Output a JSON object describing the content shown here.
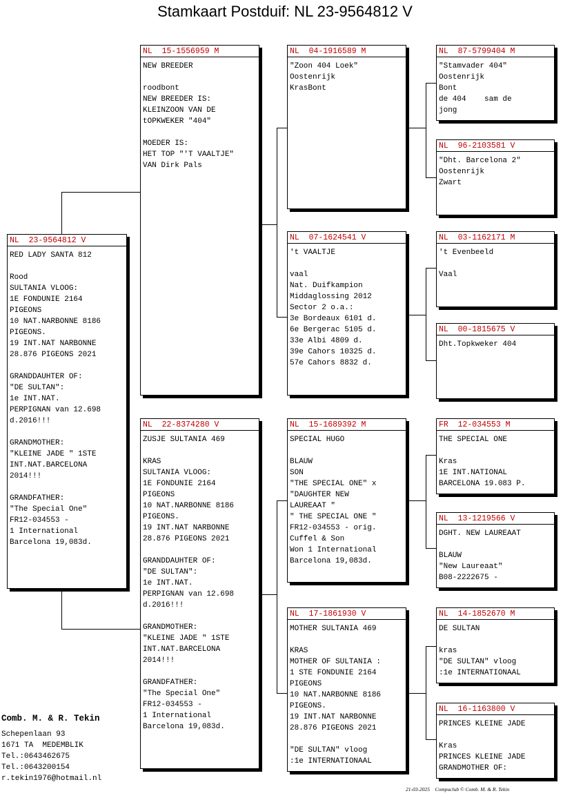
{
  "title": "Stamkaart Postduif: NL  23-9564812 V",
  "cards": [
    {
      "id": "subject",
      "ring": "NL  23-9564812 V",
      "lines": [
        "RED LADY SANTA 812",
        "",
        "Rood",
        "SULTANIA VLOOG:",
        "1E FONDUNIE 2164",
        "PIGEONS",
        "10 NAT.NARBONNE 8186",
        "PIGEONS.",
        "19 INT.NAT NARBONNE",
        "28.876 PIGEONS 2021",
        "",
        "GRANDDAUHTER OF:",
        "\"DE SULTAN\":",
        "1e INT.NAT.",
        "PERPIGNAN van 12.698",
        "d.2016!!!",
        "",
        "GRANDMOTHER:",
        "\"KLEINE JADE \" 1STE",
        "INT.NAT.BARCELONA",
        "2014!!!",
        "",
        "GRANDFATHER:",
        "\"The Special One\"",
        "FR12-034553 -",
        "1 International",
        "Barcelona 19,083d."
      ]
    },
    {
      "id": "sire",
      "ring": "NL  15-1556959 M",
      "lines": [
        "NEW BREEDER",
        "",
        "roodbont",
        "NEW BREEDER IS:",
        "KLEINZOON VAN DE",
        "tOPKWEKER \"404\"",
        "",
        "MOEDER IS:",
        "HET TOP \"'T VAALTJE\"",
        "VAN Dirk Pals"
      ]
    },
    {
      "id": "dam",
      "ring": "NL  22-8374280 V",
      "lines": [
        "ZUSJE SULTANIA 469",
        "",
        "KRAS",
        "SULTANIA VLOOG:",
        "1E FONDUNIE 2164",
        "PIGEONS",
        "10 NAT.NARBONNE 8186",
        "PIGEONS.",
        "19 INT.NAT NARBONNE",
        "28.876 PIGEONS 2021",
        "",
        "GRANDDAUHTER OF:",
        "\"DE SULTAN\":",
        "1e INT.NAT.",
        "PERPIGNAN van 12.698",
        "d.2016!!!",
        "",
        "GRANDMOTHER:",
        "\"KLEINE JADE \" 1STE",
        "INT.NAT.BARCELONA",
        "2014!!!",
        "",
        "GRANDFATHER:",
        "\"The Special One\"",
        "FR12-034553 -",
        "1 International",
        "Barcelona 19,083d."
      ]
    },
    {
      "id": "ss",
      "ring": "NL  04-1916589 M",
      "lines": [
        "\"Zoon 404 Loek\"",
        "Oostenrijk",
        "KrasBont"
      ]
    },
    {
      "id": "sd",
      "ring": "NL  07-1624541 V",
      "lines": [
        "'t VAALTJE",
        "",
        "vaal",
        "Nat. Duifkampion",
        "Middaglossing 2012",
        "Sector 2 o.a.:",
        "3e Bordeaux 6101 d.",
        "6e Bergerac 5105 d.",
        "33e Albi 4809 d.",
        "39e Cahors 10325 d.",
        "57e Cahors 8832 d."
      ]
    },
    {
      "id": "ds",
      "ring": "NL  15-1689392 M",
      "lines": [
        "SPECIAL HUGO",
        "",
        "BLAUW",
        "SON",
        "\"THE SPECIAL ONE\" x",
        "\"DAUGHTER NEW",
        "LAUREAAT \"",
        "\" THE SPECIAL ONE \"",
        "FR12-034553 - orig.",
        "Cuffel & Son",
        "Won 1 International",
        "Barcelona 19,083d."
      ]
    },
    {
      "id": "dd",
      "ring": "NL  17-1861930 V",
      "lines": [
        "MOTHER SULTANIA 469",
        "",
        "KRAS",
        "MOTHER OF SULTANIA :",
        "1 STE FONDUNIE 2164",
        "PIGEONS",
        "10 NAT.NARBONNE 8186",
        "PIGEONS.",
        "19 INT.NAT NARBONNE",
        "28.876 PIGEONS 2021",
        "",
        "\"DE SULTAN\" vloog",
        ":1e INTERNATIONAAL"
      ]
    },
    {
      "id": "sss",
      "ring": "NL  87-5799404 M",
      "lines": [
        "\"Stamvader 404\"",
        "Oostenrijk",
        "Bont",
        "de 404    sam de",
        "jong"
      ]
    },
    {
      "id": "ssd",
      "ring": "NL  96-2103581 V",
      "lines": [
        "\"Dht. Barcelona 2\"",
        "Oostenrijk",
        "Zwart"
      ]
    },
    {
      "id": "sds",
      "ring": "NL  03-1162171 M",
      "lines": [
        "'t Evenbeeld",
        "",
        "Vaal"
      ]
    },
    {
      "id": "sdd",
      "ring": "NL  00-1815675 V",
      "lines": [
        "Dht.Topkweker 404"
      ]
    },
    {
      "id": "dss",
      "ring": "FR  12-034553 M",
      "lines": [
        "THE SPECIAL ONE",
        "",
        "Kras",
        "1E INT.NATIONAL",
        "BARCELONA 19.083 P."
      ]
    },
    {
      "id": "dsd",
      "ring": "NL  13-1219566 V",
      "lines": [
        "DGHT. NEW LAUREAAT",
        "",
        "BLAUW",
        "\"New Laureaat\"",
        "B08-2222675 -"
      ]
    },
    {
      "id": "dds",
      "ring": "NL  14-1852670 M",
      "lines": [
        "DE SULTAN",
        "",
        "kras",
        "\"DE SULTAN\" vloog",
        ":1e INTERNATIONAAL"
      ]
    },
    {
      "id": "ddd",
      "ring": "NL  16-1163800 V",
      "lines": [
        "PRINCES KLEINE JADE",
        "",
        "Kras",
        "PRINCES KLEINE JADE",
        "GRANDMOTHER OF:"
      ]
    }
  ],
  "owner": {
    "name": "Comb. M. & R. Tekin",
    "lines": [
      "Schepenlaan 93",
      "1671 TA  MEDEMBLIK",
      "Tel.:0643462675",
      "Tel.:0643200154",
      "r.tekin1976@hotmail.nl"
    ]
  },
  "footer": "21-03-2025    Compuclub © Comb. M. & R. Tekin"
}
